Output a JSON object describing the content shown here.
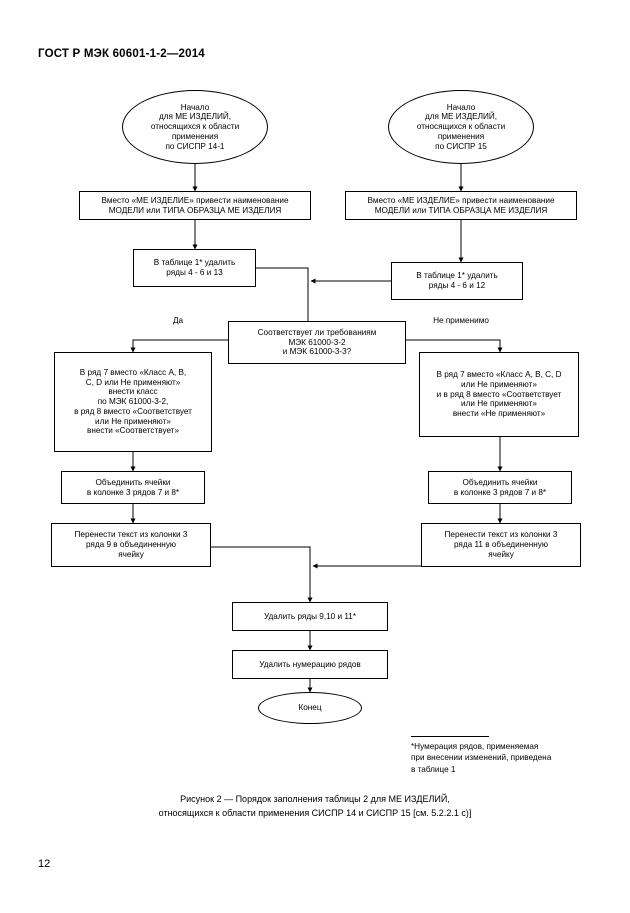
{
  "document": {
    "header": "ГОСТ Р МЭК 60601-1-2—2014",
    "page_number": "12"
  },
  "flowchart": {
    "nodes": {
      "start_left": {
        "shape": "oval",
        "lines": [
          "Начало",
          "для МЕ ИЗДЕЛИЙ,",
          "относящихся к области",
          "применения",
          "по СИСПР 14-1"
        ]
      },
      "start_right": {
        "shape": "oval",
        "lines": [
          "Начало",
          "для МЕ ИЗДЕЛИЙ,",
          "относящихся к области",
          "применения",
          "по СИСПР 15"
        ]
      },
      "rename_left": {
        "shape": "rect",
        "lines": [
          "Вместо «МЕ ИЗДЕЛИЕ» привести наименование",
          "МОДЕЛИ или ТИПА ОБРАЗЦА МЕ ИЗДЕЛИЯ"
        ]
      },
      "rename_right": {
        "shape": "rect",
        "lines": [
          "Вместо «МЕ ИЗДЕЛИЕ» привести наименование",
          "МОДЕЛИ или ТИПА ОБРАЗЦА МЕ ИЗДЕЛИЯ"
        ]
      },
      "table_left": {
        "shape": "rect",
        "lines": [
          "В таблице 1* удалить",
          "ряды 4 - 6 и 13"
        ]
      },
      "table_right": {
        "shape": "rect",
        "lines": [
          "В таблице 1* удалить",
          "ряды 4 - 6 и 12"
        ]
      },
      "decision": {
        "shape": "decision",
        "lines": [
          "Соответствует ли требованиям",
          "МЭК 61000-3-2",
          "и МЭК 61000-3-3?"
        ]
      },
      "apply_left": {
        "shape": "rect",
        "lines": [
          "В ряд 7 вместо «Класс А, В,",
          "С, D или Не применяют»",
          "внести класс",
          "по МЭК 61000-3-2,",
          "в ряд 8 вместо «Соответствует",
          "или Не применяют»",
          "внести «Соответствует»"
        ]
      },
      "apply_right": {
        "shape": "rect",
        "lines": [
          "В ряд 7 вместо «Класс А, В, С, D",
          "или Не применяют»",
          "и в ряд 8 вместо «Соответствует",
          "или Не применяют»",
          "внести «Не применяют»"
        ]
      },
      "merge_left": {
        "shape": "rect",
        "lines": [
          "Объединить ячейки",
          "в колонке 3 рядов 7 и 8*"
        ]
      },
      "merge_right": {
        "shape": "rect",
        "lines": [
          "Объединить ячейки",
          "в колонке 3 рядов 7 и 8*"
        ]
      },
      "move_left": {
        "shape": "rect",
        "lines": [
          "Перенести текст из колонки 3",
          "ряда 9 в объединенную",
          "ячейку"
        ]
      },
      "move_right": {
        "shape": "rect",
        "lines": [
          "Перенести текст из колонки 3",
          "ряда 11 в объединенную",
          "ячейку"
        ]
      },
      "delete_rows": {
        "shape": "rect",
        "lines": [
          "Удалить ряды 9,10 и 11*"
        ]
      },
      "delete_numbering": {
        "shape": "rect",
        "lines": [
          "Удалить нумерацию рядов"
        ]
      },
      "end": {
        "shape": "oval",
        "lines": [
          "Конец"
        ]
      }
    },
    "edge_labels": {
      "yes": "Да",
      "not_applicable": "Не применимо"
    }
  },
  "footnote": {
    "lines": [
      "*Нумерация рядов, применяемая",
      "при внесении изменений, приведена",
      "в таблице 1"
    ]
  },
  "caption": {
    "line1": "Рисунок 2 — Порядок заполнения таблицы 2 для МЕ ИЗДЕЛИЙ,",
    "line2": "относящихся к области применения  СИСПР 14  и СИСПР 15 [см. 5.2.2.1 с)]"
  }
}
